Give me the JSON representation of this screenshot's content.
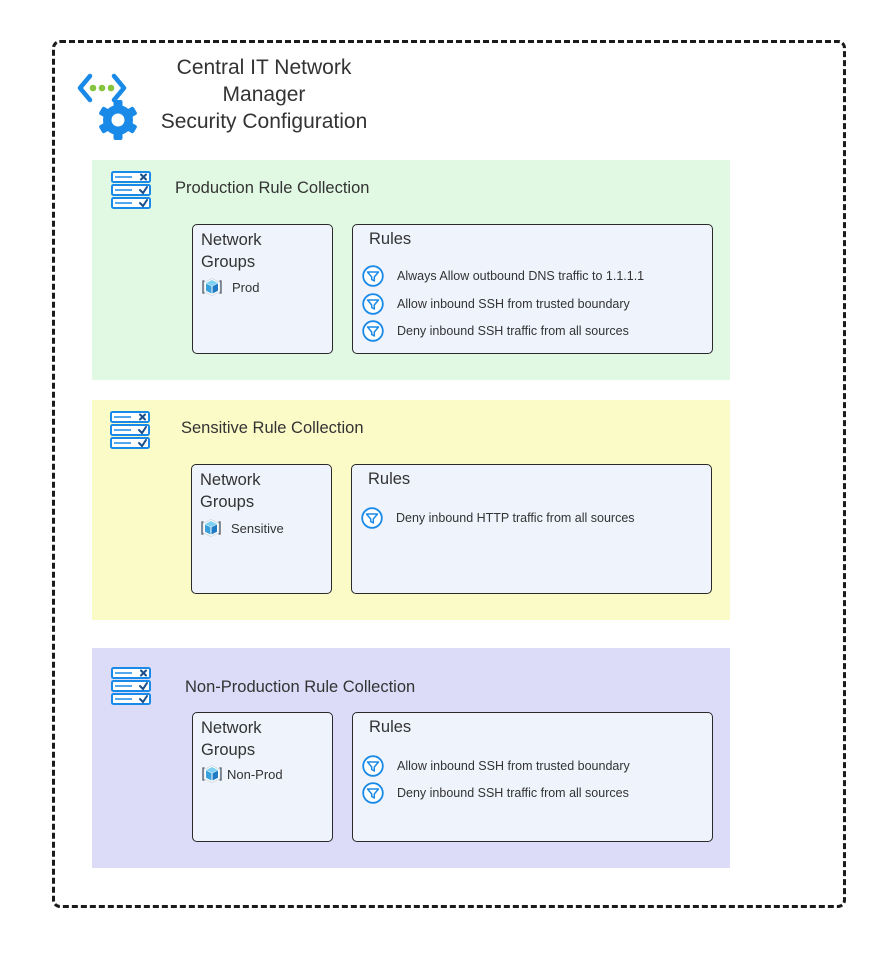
{
  "header": {
    "title_line1": "Central IT Network",
    "title_line2": "Manager",
    "title_line3": "Security Configuration",
    "icon": "network-manager-gear-icon"
  },
  "colors": {
    "production_bg": "#e1f8e3",
    "sensitive_bg": "#fbfbc8",
    "nonproduction_bg": "#dcdcf9",
    "icon_blue": "#1a8ae8",
    "box_bg": "#eef3fc"
  },
  "collections": [
    {
      "title": "Production Rule Collection",
      "network_groups_label_line1": "Network",
      "network_groups_label_line2": "Groups",
      "groups": [
        "Prod"
      ],
      "rules_label": "Rules",
      "rules": [
        "Always Allow outbound DNS traffic to 1.1.1.1",
        "Allow inbound SSH from trusted boundary",
        "Deny inbound SSH traffic from all sources"
      ]
    },
    {
      "title": "Sensitive Rule Collection",
      "network_groups_label_line1": "Network",
      "network_groups_label_line2": "Groups",
      "groups": [
        "Sensitive"
      ],
      "rules_label": "Rules",
      "rules": [
        "Deny inbound HTTP traffic from all sources"
      ]
    },
    {
      "title": "Non-Production Rule Collection",
      "network_groups_label_line1": "Network",
      "network_groups_label_line2": "Groups",
      "groups": [
        "Non-Prod"
      ],
      "rules_label": "Rules",
      "rules": [
        "Allow inbound SSH from trusted boundary",
        "Deny inbound SSH traffic from all sources"
      ]
    }
  ]
}
